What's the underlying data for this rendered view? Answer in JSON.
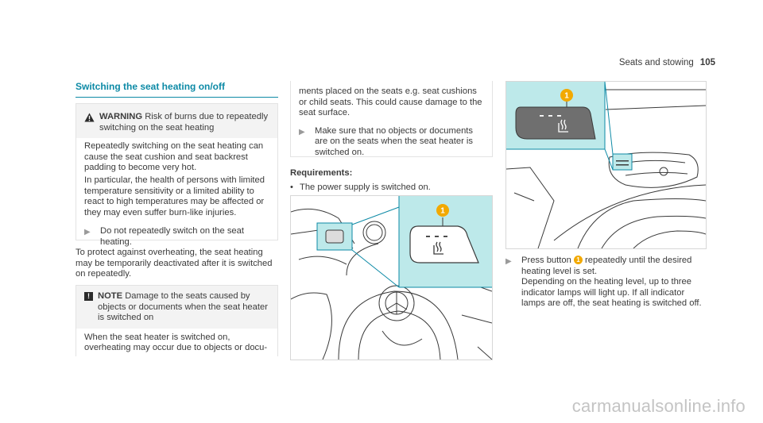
{
  "header": {
    "section": "Seats and stowing",
    "page_number": "105"
  },
  "section_title": "Switching the seat heating on/off",
  "warning": {
    "label": "WARNING",
    "title": "Risk of burns due to repeatedly switching on the seat heating",
    "paragraphs": [
      "Repeatedly switching on the seat heating can cause the seat cushion and seat backrest padding to become very hot.",
      "In particular, the health of persons with limited temperature sensitivity or a limited ability to react to high temperatures may be affected or they may even suffer burn-like injuries."
    ],
    "step": "Do not repeatedly switch on the seat heating."
  },
  "protect_text": "To protect against overheating, the seat heating may be temporarily deactivated after it is switched on repeatedly.",
  "note": {
    "label": "NOTE",
    "title": "Damage to the seats caused by objects or documents when the seat heater is switched on",
    "text_part1": "When the seat heater is switched on, overheating may occur due to objects or docu-",
    "text_part2": "ments placed on the seats e.g. seat cushions or child seats. This could cause damage to the seat surface.",
    "step": "Make sure that no objects or documents are on the seats when the seat heater is switched on."
  },
  "requirements": {
    "heading": "Requirements:",
    "items": [
      "The power supply is switched on."
    ]
  },
  "callout_label": "1",
  "instruction": {
    "before": "Press button",
    "after": "repeatedly until the desired heating level is set.",
    "detail": "Depending on the heating level, up to three indicator lamps will light up. If all indicator lamps are off, the seat heating is switched off."
  },
  "watermark": "carmanualsonline.info",
  "colors": {
    "accent": "#0d8aa6",
    "callout": "#f2a900",
    "panel": "#bde9ea"
  }
}
